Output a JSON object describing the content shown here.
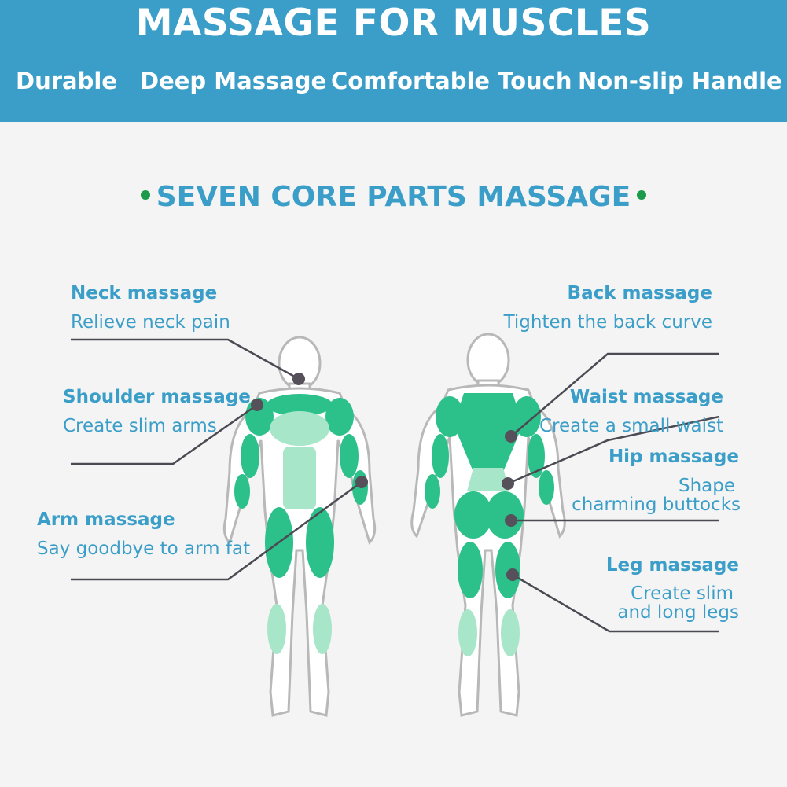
{
  "header": {
    "title": "MASSAGE FOR MUSCLES",
    "features": [
      "Durable",
      "Deep Massage",
      "Comfortable Touch",
      "Non-slip Handle"
    ]
  },
  "section": {
    "title": "SEVEN CORE PARTS MASSAGE"
  },
  "callouts": {
    "neck": {
      "title": "Neck massage",
      "desc": "Relieve neck pain"
    },
    "shoulder": {
      "title": "Shoulder massage",
      "desc": "Create slim arms"
    },
    "arm": {
      "title": "Arm massage",
      "desc": "Say goodbye to arm fat"
    },
    "back": {
      "title": "Back massage",
      "desc": "Tighten the back curve"
    },
    "waist": {
      "title": "Waist massage",
      "desc": "Create a small waist"
    },
    "hip": {
      "title": "Hip massage",
      "desc_1": "Shape",
      "desc_2": "charming buttocks"
    },
    "leg": {
      "title": "Leg massage",
      "desc_1": "Create slim",
      "desc_2": "and long legs"
    }
  },
  "colors": {
    "banner": "#3a9ec9",
    "accent_text": "#3a9ec9",
    "muscle": "#2cc08a",
    "muscle_light": "#a8e6c9",
    "dot_bullet": "#1a9a4a",
    "marker": "#55505a",
    "leader_line": "#4a4a52"
  }
}
